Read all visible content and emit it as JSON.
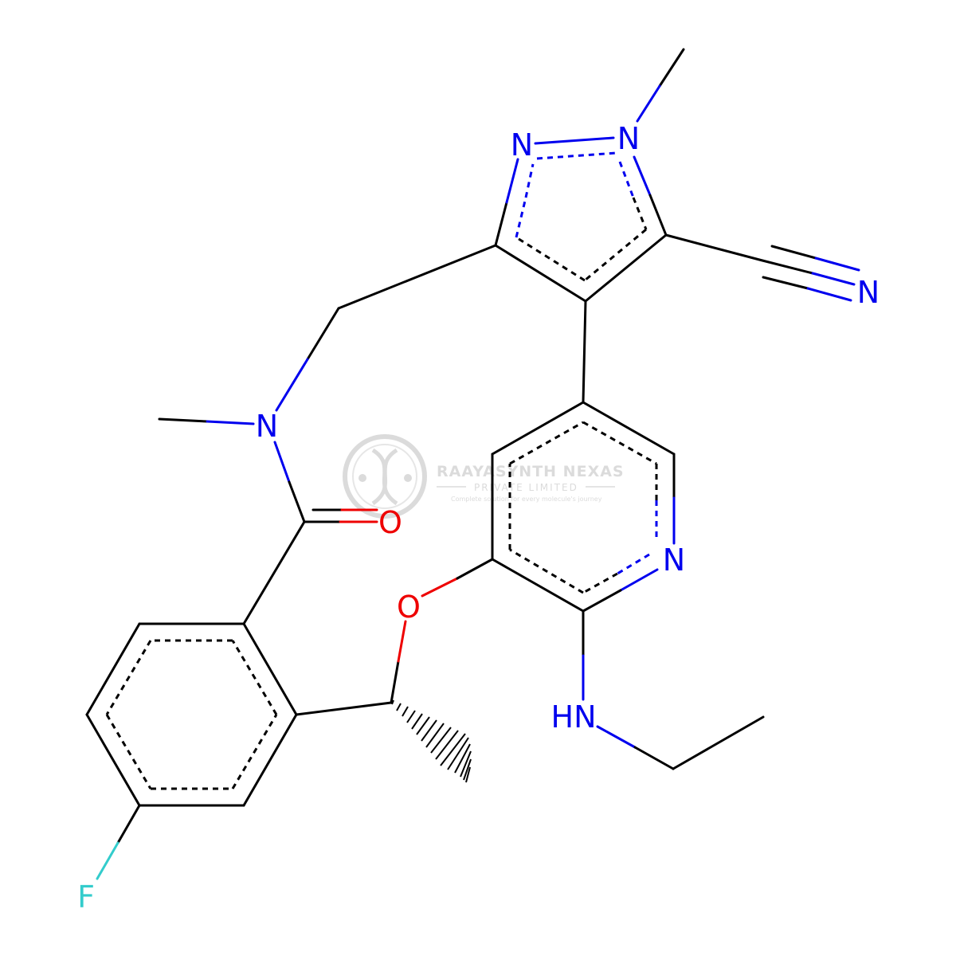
{
  "watermark": {
    "company": "RAAYASYNTH NEXAS",
    "subtitle": "PRIVATE LIMITED",
    "tagline": "Complete solution for every molecule's journey"
  },
  "atoms": {
    "n_pyrazole_2": "N",
    "n_pyrazole_1": "N",
    "n_nitrile": "N",
    "n_amide": "N",
    "o_carbonyl": "O",
    "n_pyridine": "N",
    "o_ether": "O",
    "nh_ethylamino": "HN",
    "f_fluoro": "F"
  },
  "colors": {
    "carbon_bond": "#000000",
    "nitrogen": "#0000ee",
    "oxygen": "#ee0000",
    "fluorine": "#33cccc",
    "watermark": "#d8d8d8"
  }
}
